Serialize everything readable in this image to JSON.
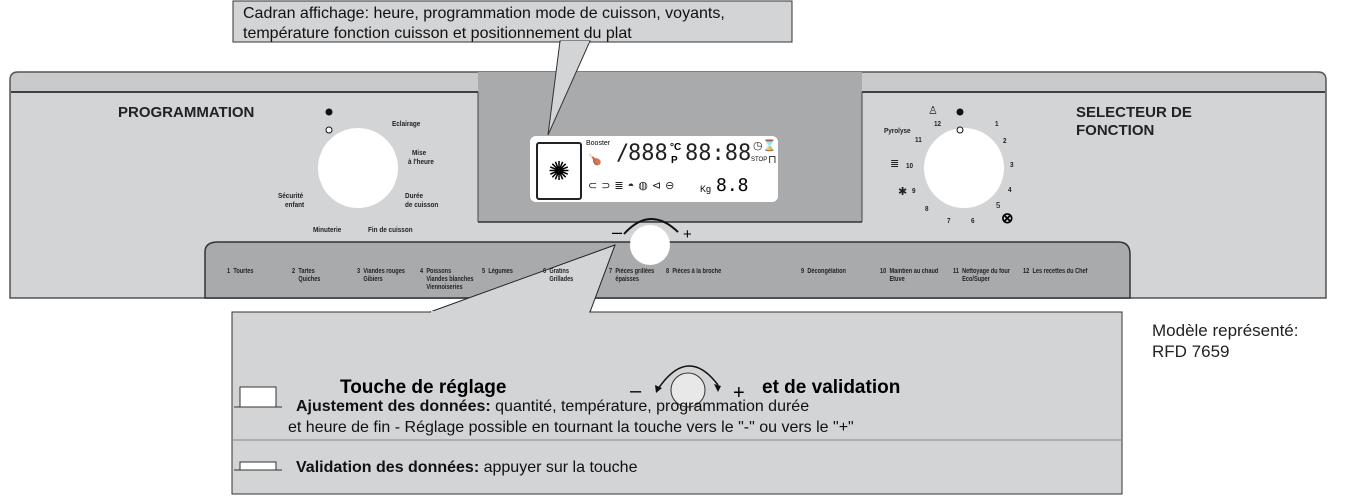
{
  "top_callout": {
    "line1": "Cadran affichage: heure, programmation mode de cuisson, voyants,",
    "line2": "température fonction cuisson et positionnement du plat"
  },
  "left_panel": {
    "title": "PROGRAMMATION",
    "dial_labels": [
      "Eclairage",
      "Mise",
      "à l'heure",
      "Durée",
      "de cuisson",
      "Fin de cuisson",
      "Minuterie",
      "Sécurité",
      "enfant"
    ]
  },
  "right_panel": {
    "title_line1": "SELECTEUR DE",
    "title_line2": "FONCTION",
    "positions": [
      "1",
      "2",
      "3",
      "4",
      "5",
      "6",
      "7",
      "8",
      "9",
      "10",
      "11",
      "12"
    ],
    "pyrolyse_label": "Pyrolyse"
  },
  "display": {
    "booster": "Booster",
    "temp_digits": "888",
    "celsius": "°C",
    "p": "P",
    "time_digits": "88:88",
    "stop": "STOP",
    "kg": "Kg",
    "weight_digits": "8.8"
  },
  "knob": {
    "minus": "–",
    "plus": "+"
  },
  "programs": [
    {
      "num": "1",
      "lines": [
        "Tourtes"
      ]
    },
    {
      "num": "2",
      "lines": [
        "Tartes",
        "Quiches"
      ]
    },
    {
      "num": "3",
      "lines": [
        "Viandes rouges",
        "Gibiers"
      ]
    },
    {
      "num": "4",
      "lines": [
        "Poissons",
        "Viandes blanches",
        "Viennoiseries"
      ]
    },
    {
      "num": "5",
      "lines": [
        "Légumes"
      ]
    },
    {
      "num": "6",
      "lines": [
        "Gratins",
        "Grillades"
      ]
    },
    {
      "num": "7",
      "lines": [
        "Pièces grillées",
        "épaisses"
      ]
    },
    {
      "num": "8",
      "lines": [
        "Pièces à la broche"
      ]
    },
    {
      "num": "9",
      "lines": [
        "Décongélation"
      ]
    },
    {
      "num": "10",
      "lines": [
        "Maintien au chaud",
        "Etuve"
      ]
    },
    {
      "num": "11",
      "lines": [
        "Nettoyage du four",
        "Eco/Super"
      ]
    },
    {
      "num": "12",
      "lines": [
        "Les recettes du Chef"
      ]
    }
  ],
  "bottom_callout": {
    "heading_left": "Touche de réglage",
    "minus": "–",
    "plus": "+",
    "heading_right": "et de validation",
    "adjust_bold": "Ajustement des données:",
    "adjust_text": " quantité, température, programmation durée",
    "adjust_line2": "et heure de fin - Réglage possible en tournant la touche vers le \"-\" ou vers le \"+\"",
    "validate_bold": "Validation des données:",
    "validate_text": " appuyer sur la touche"
  },
  "model_note": {
    "line1": "Modèle représenté:",
    "line2": "RFD 7659"
  },
  "colors": {
    "panel": "#d3d4d6",
    "dark_panel": "#a9aaac",
    "outline": "#333333"
  }
}
